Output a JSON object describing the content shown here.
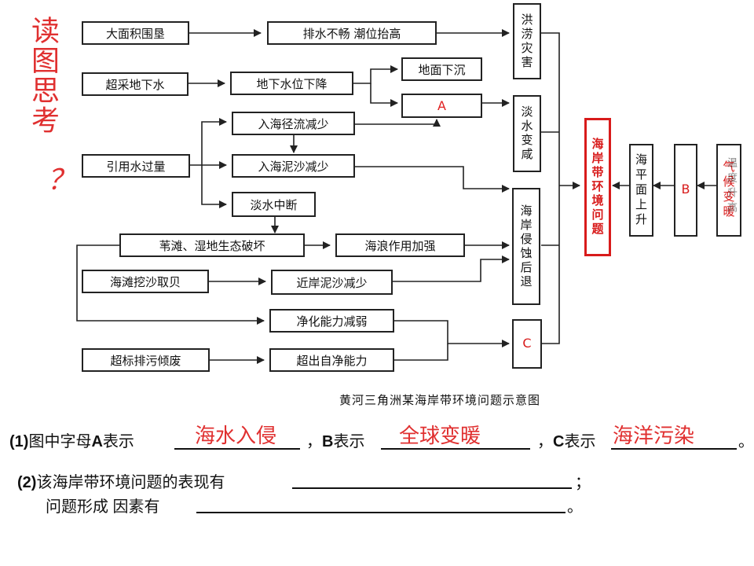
{
  "diagram": {
    "side_title": "读图思考",
    "side_mark": "？",
    "caption": "黄河三角洲某海岸带环境问题示意图",
    "left_boxes": {
      "reclaim": "大面积围垦",
      "overpump": "超采地下水",
      "divert": "引用水过量",
      "sand": "海滩挖沙取贝",
      "pollute": "超标排污倾废"
    },
    "mid_boxes": {
      "drainage": "排水不畅 潮位抬高",
      "groundwater": "地下水位下降",
      "runoff": "入海径流减少",
      "sediment": "入海泥沙减少",
      "cutoff": "淡水中断",
      "wetland": "苇滩、湿地生态破坏",
      "nearshore": "近岸泥沙减少",
      "purify": "净化能力减弱",
      "exceed": "超出自净能力"
    },
    "right_boxes": {
      "subside": "地面下沉",
      "A": "A",
      "wave": "海浪作用加强"
    },
    "result_boxes": {
      "flood": "洪涝灾害",
      "salty": "淡水变咸",
      "erosion": "海岸侵蚀后退",
      "C": "C"
    },
    "center": "海岸带环境问题",
    "sea_rise": "海平面上升",
    "B": "B",
    "climate": "气候变暖",
    "climate_overlay": "温度升高"
  },
  "questions": {
    "q1_num": "(1)",
    "q1_a_text": "图中字母",
    "q1_a_letter": "A",
    "q1_show1": "表示",
    "q1_comma1": "，",
    "q1_b_letter": "B",
    "q1_show2": "表示",
    "q1_comma2": "，",
    "q1_c_letter": "C",
    "q1_show3": "表示",
    "q1_end": "。",
    "ans_a": "海水入侵",
    "ans_b": "全球变暖",
    "ans_c": "海洋污染",
    "q2_num": "(2)",
    "q2_line1": "该海岸带环境问题的表现有",
    "q2_line1_end": "；",
    "q2_line2": "问题形成 因素有",
    "q2_line2_end": "。"
  }
}
